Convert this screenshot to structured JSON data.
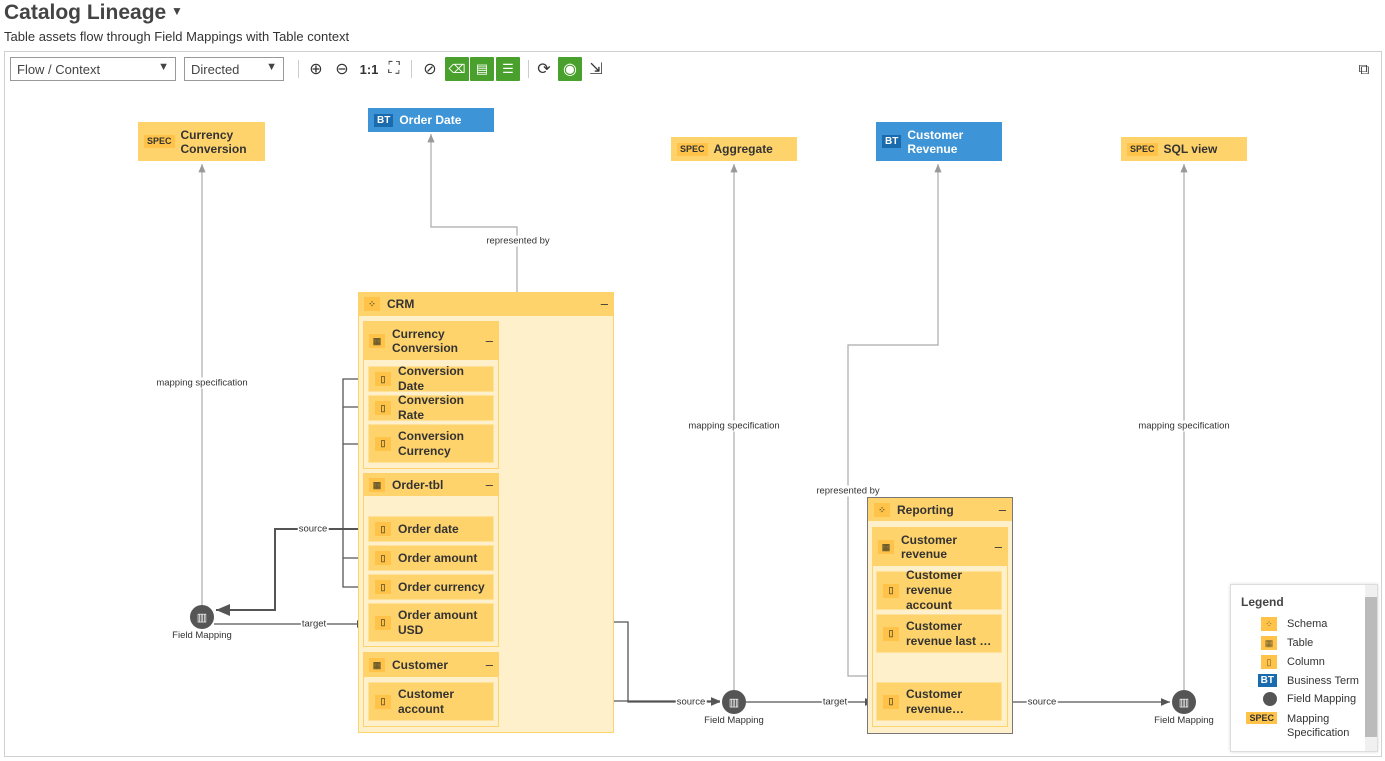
{
  "header": {
    "title": "Catalog Lineage",
    "subtitle": "Table assets flow through Field Mappings with Table context"
  },
  "toolbar": {
    "view_select": "Flow / Context",
    "direction_select": "Directed",
    "actual_size": "1:1",
    "icons": [
      "zoom-in-icon",
      "zoom-out-icon",
      "actual-size-icon",
      "fit-screen-icon",
      "compass-icon",
      "tag-icon",
      "details-icon",
      "list-icon",
      "refresh-icon",
      "eye-icon",
      "export-icon",
      "open-external-icon"
    ],
    "active_color": "#4aa02c"
  },
  "nodes": {
    "spec_currency": {
      "tag": "SPEC",
      "label": "Currency Conversion"
    },
    "bt_order_date": {
      "tag": "BT",
      "label": "Order Date"
    },
    "spec_aggregate": {
      "tag": "SPEC",
      "label": "Aggregate"
    },
    "bt_customer_revenue": {
      "tag": "BT",
      "label": "Customer Revenue"
    },
    "spec_sql": {
      "tag": "SPEC",
      "label": "SQL view"
    }
  },
  "crm": {
    "label": "CRM",
    "tables": [
      {
        "label": "Currency Conversion",
        "columns": [
          "Conversion Date",
          "Conversion Rate",
          "Conversion Currency"
        ]
      },
      {
        "label": "Order-tbl",
        "columns": [
          "Order date",
          "Order amount",
          "Order currency",
          "Order amount USD"
        ]
      },
      {
        "label": "Customer",
        "columns": [
          "Customer account"
        ]
      }
    ]
  },
  "reporting": {
    "label": "Reporting",
    "tables": [
      {
        "label": "Customer revenue",
        "columns": [
          "Customer revenue account",
          "Customer revenue last …",
          "Customer revenue…"
        ]
      }
    ]
  },
  "edges": {
    "mapping_spec": "mapping specification",
    "represented_by": "represented by",
    "source": "source",
    "target": "target"
  },
  "field_mapping_label": "Field Mapping",
  "legend": {
    "title": "Legend",
    "items": [
      {
        "icon": "schema-icon",
        "label": "Schema"
      },
      {
        "icon": "table-icon",
        "label": "Table"
      },
      {
        "icon": "column-icon",
        "label": "Column"
      },
      {
        "icon": "BT",
        "label": "Business Term"
      },
      {
        "icon": "field-mapping-icon",
        "label": "Field Mapping"
      },
      {
        "icon": "SPEC",
        "label": "Mapping Specification"
      }
    ]
  },
  "colors": {
    "spec": "#ffd36b",
    "business_term": "#3d94d6",
    "container": "#fff0cc",
    "field_mapping": "#555555"
  }
}
